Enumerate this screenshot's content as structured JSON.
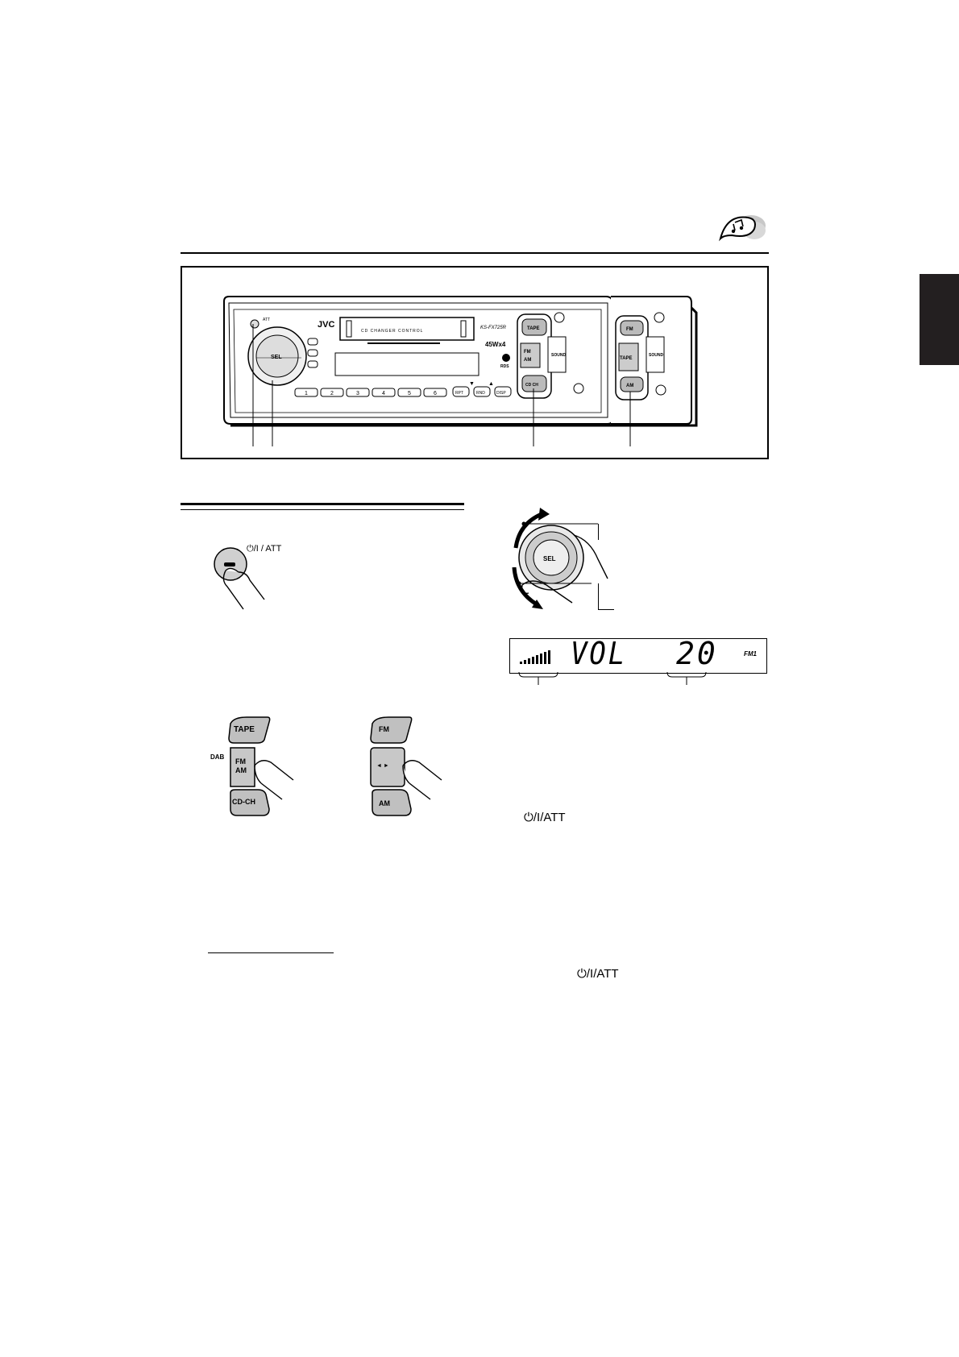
{
  "header": {
    "note_icon": "music-notes-icon",
    "language_tab_color": "#231f20"
  },
  "panel": {
    "brand": "JVC",
    "cassette_label": "CD CHANGER CONTROL",
    "model": "KS-FX725R",
    "power_rating": "45Wx4",
    "rds_label": "RDS",
    "knob_label": "SEL",
    "top_small_label": "ATT",
    "preset_buttons": [
      "1",
      "2",
      "3",
      "4",
      "5",
      "6"
    ],
    "function_buttons": [
      "RPT",
      "RND",
      "DISP"
    ],
    "right_buttons": {
      "tape": "TAPE",
      "fm_am": [
        "FM",
        "AM"
      ],
      "cdch": "CD CH",
      "sound": "SOUND"
    },
    "alt_panel_buttons": {
      "fm": "FM",
      "tape": "TAPE",
      "am": "AM",
      "sound": "SOUND"
    }
  },
  "left_section": {
    "power_button_label": "⏻/I / ATT",
    "source_buttons_a": {
      "top": "TAPE",
      "middle_line1": "FM",
      "middle_line2": "AM",
      "bottom": "CD-CH",
      "side_label": "DAB"
    },
    "source_buttons_b": {
      "top": "FM",
      "middle": "◄ ►",
      "bottom": "AM"
    }
  },
  "right_section": {
    "knob_label": "SEL",
    "display": {
      "text_vol": "VOL",
      "value": "20",
      "band": "FM1"
    },
    "att_refs": [
      "⏻/I/ATT",
      "⏻/I/ATT"
    ]
  }
}
